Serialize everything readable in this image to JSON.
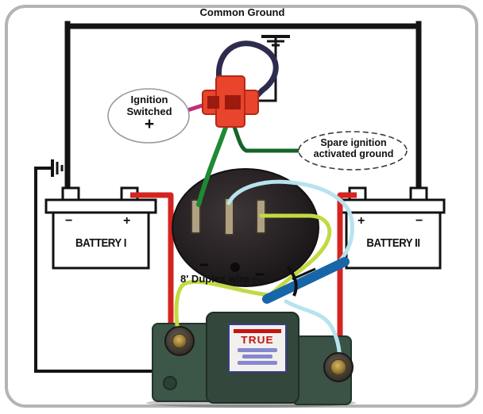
{
  "diagram": {
    "title": "Common Ground",
    "ignition_label": {
      "line1": "Ignition",
      "line2": "Switched",
      "line3": "+"
    },
    "spare_label": {
      "line1": "Spare ignition",
      "line2": "activated ground"
    },
    "duplex_label": "8' Duplex wire ~",
    "batteries": [
      {
        "name": "BATTERY I",
        "left_terminal": "−",
        "right_terminal": "+"
      },
      {
        "name": "BATTERY II",
        "left_terminal": "+",
        "right_terminal": "−"
      }
    ],
    "isolator": {
      "logo": "TRUE"
    }
  },
  "colors": {
    "frame_border": "#b4b4b4",
    "ground_bus": "#141414",
    "red_wire": "#d42420",
    "navy_wire": "#2e2c4e",
    "pink_wire": "#c03078",
    "green_wire": "#1e8a34",
    "dark_green_wire": "#156328",
    "yellow_green_wire": "#c3d943",
    "cyan_wire": "#b6e3ee",
    "duplex_cable": "#1766a8",
    "connector_body": "#e8452c",
    "relay_plug_body": "#221d1f",
    "isolator_body": "#3c5648"
  }
}
